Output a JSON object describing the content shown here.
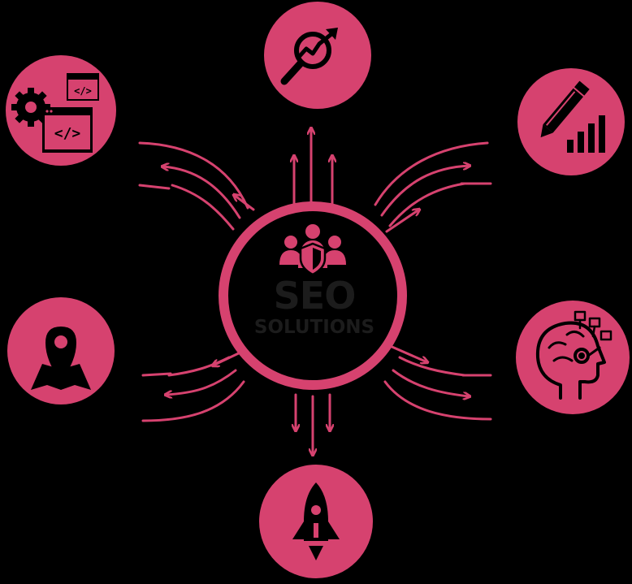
{
  "colors": {
    "accent": "#d6426f",
    "background": "#000000",
    "icon": "#000000",
    "hub_text": "#1c1c1c"
  },
  "hub": {
    "title": "SEO",
    "subtitle": "SOLUTIONS",
    "icon": "team-shield-icon"
  },
  "nodes": [
    {
      "position": "top",
      "icon": "analytics-magnifier-icon"
    },
    {
      "position": "top-right",
      "icon": "pencil-bar-chart-icon"
    },
    {
      "position": "bottom-right",
      "icon": "brain-head-icon"
    },
    {
      "position": "bottom",
      "icon": "rocket-icon"
    },
    {
      "position": "bottom-left",
      "icon": "map-pin-icon"
    },
    {
      "position": "top-left",
      "icon": "code-gear-icon"
    }
  ],
  "code_glyph": "</>"
}
